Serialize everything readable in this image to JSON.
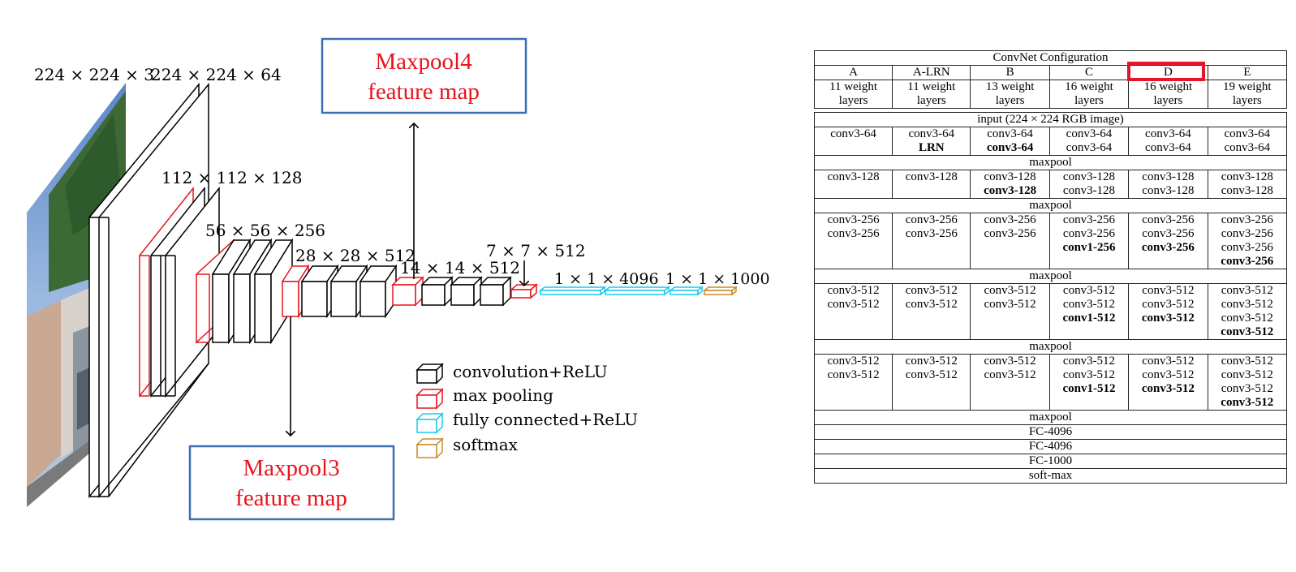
{
  "diagram": {
    "dims": {
      "d1": "224 × 224 × 3",
      "d2": "224 × 224 × 64",
      "d3": "112 × 112 × 128",
      "d4": "56 × 56 × 256",
      "d5": "28 × 28 × 512",
      "d6": "14 × 14 × 512",
      "d7": "7 × 7 × 512",
      "d8": "1 × 1 × 4096",
      "d9": "1 × 1 × 1000"
    },
    "maxpool4": {
      "line1": "Maxpool4",
      "line2": "feature map"
    },
    "maxpool3": {
      "line1": "Maxpool3",
      "line2": "feature map"
    },
    "legend": [
      {
        "label": "convolution+ReLU",
        "color": "#000000"
      },
      {
        "label": "max pooling",
        "color": "#e8141e"
      },
      {
        "label": "fully connected+ReLU",
        "color": "#1ec8e8"
      },
      {
        "label": "softmax",
        "color": "#c88a28"
      }
    ],
    "colors": {
      "box_border": "#3c6eb4",
      "red": "#e8141e",
      "cyan": "#1ec8e8",
      "orange": "#c88a28"
    }
  },
  "table": {
    "title": "ConvNet Configuration",
    "columns": [
      "A",
      "A-LRN",
      "B",
      "C",
      "D",
      "E"
    ],
    "depths": [
      [
        "11 weight",
        "layers"
      ],
      [
        "11 weight",
        "layers"
      ],
      [
        "13 weight",
        "layers"
      ],
      [
        "16 weight",
        "layers"
      ],
      [
        "16 weight",
        "layers"
      ],
      [
        "19 weight",
        "layers"
      ]
    ],
    "input": "input (224 × 224 RGB image)",
    "maxpool": "maxpool",
    "fc1": "FC-4096",
    "fc2": "FC-4096",
    "fc3": "FC-1000",
    "softmax": "soft-max",
    "highlight_column": "D",
    "blocks": [
      [
        [
          "conv3-64"
        ],
        [
          "conv3-64",
          "LRN"
        ],
        [
          "conv3-64",
          "conv3-64"
        ],
        [
          "conv3-64",
          "conv3-64"
        ],
        [
          "conv3-64",
          "conv3-64"
        ],
        [
          "conv3-64",
          "conv3-64"
        ]
      ],
      [
        [
          "conv3-128"
        ],
        [
          "conv3-128"
        ],
        [
          "conv3-128",
          "conv3-128"
        ],
        [
          "conv3-128",
          "conv3-128"
        ],
        [
          "conv3-128",
          "conv3-128"
        ],
        [
          "conv3-128",
          "conv3-128"
        ]
      ],
      [
        [
          "conv3-256",
          "conv3-256"
        ],
        [
          "conv3-256",
          "conv3-256"
        ],
        [
          "conv3-256",
          "conv3-256"
        ],
        [
          "conv3-256",
          "conv3-256",
          "conv1-256"
        ],
        [
          "conv3-256",
          "conv3-256",
          "conv3-256"
        ],
        [
          "conv3-256",
          "conv3-256",
          "conv3-256",
          "conv3-256"
        ]
      ],
      [
        [
          "conv3-512",
          "conv3-512"
        ],
        [
          "conv3-512",
          "conv3-512"
        ],
        [
          "conv3-512",
          "conv3-512"
        ],
        [
          "conv3-512",
          "conv3-512",
          "conv1-512"
        ],
        [
          "conv3-512",
          "conv3-512",
          "conv3-512"
        ],
        [
          "conv3-512",
          "conv3-512",
          "conv3-512",
          "conv3-512"
        ]
      ],
      [
        [
          "conv3-512",
          "conv3-512"
        ],
        [
          "conv3-512",
          "conv3-512"
        ],
        [
          "conv3-512",
          "conv3-512"
        ],
        [
          "conv3-512",
          "conv3-512",
          "conv1-512"
        ],
        [
          "conv3-512",
          "conv3-512",
          "conv3-512"
        ],
        [
          "conv3-512",
          "conv3-512",
          "conv3-512",
          "conv3-512"
        ]
      ]
    ],
    "bold": [
      [
        [],
        [
          1
        ],
        [
          1
        ],
        [],
        [],
        []
      ],
      [
        [],
        [],
        [
          1
        ],
        [],
        [],
        []
      ],
      [
        [],
        [],
        [],
        [
          2
        ],
        [
          2
        ],
        [
          3
        ]
      ],
      [
        [],
        [],
        [],
        [
          2
        ],
        [
          2
        ],
        [
          3
        ]
      ],
      [
        [],
        [],
        [],
        [
          2
        ],
        [
          2
        ],
        [
          3
        ]
      ]
    ]
  }
}
